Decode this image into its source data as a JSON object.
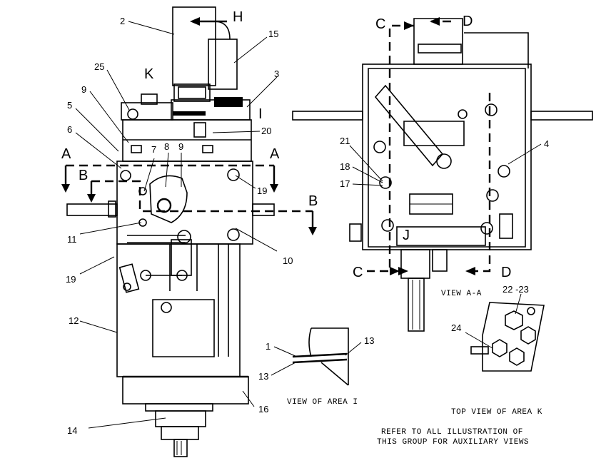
{
  "callouts": {
    "c1": "1",
    "c2": "2",
    "c3": "3",
    "c4": "4",
    "c5": "5",
    "c6": "6",
    "c7": "7",
    "c8": "8",
    "c9a": "9",
    "c9b": "9",
    "c10": "10",
    "c11": "11",
    "c12": "12",
    "c13a": "13",
    "c13b": "13",
    "c14": "14",
    "c15": "15",
    "c16": "16",
    "c17": "17",
    "c18": "18",
    "c19a": "19",
    "c19b": "19",
    "c20": "20",
    "c21": "21",
    "c2223": "22 -23",
    "c24": "24",
    "c25": "25"
  },
  "section_markers": {
    "A_left": "A",
    "A_right": "A",
    "B_left": "B",
    "B_right": "B",
    "C_top": "C",
    "C_bottom": "C",
    "D_top": "D",
    "D_bottom": "D",
    "H": "H",
    "K": "K",
    "I": "I",
    "J": "J"
  },
  "captions": {
    "view_aa": "VIEW A-A",
    "view_area_i": "VIEW OF AREA I",
    "top_view_area_k": "TOP VIEW OF AREA K",
    "refer_line1": "REFER TO ALL ILLUSTRATION OF",
    "refer_line2": "THIS GROUP FOR AUXILIARY VIEWS"
  }
}
